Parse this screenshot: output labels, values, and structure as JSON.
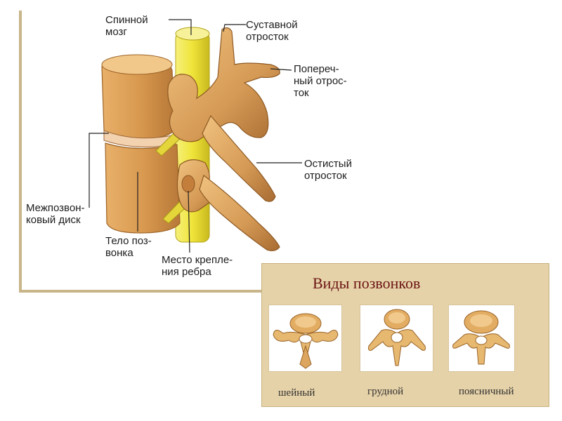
{
  "labels": {
    "spinal_cord": "Спинной\nмозг",
    "articular_process": "Суставной\nотросток",
    "transverse_process": "Попереч-\nный отрос-\nток",
    "spinous_process": "Остистый\nотросток",
    "intervertebral_disc": "Межпозвон-\nковый диск",
    "vertebral_body": "Тело поз-\nвонка",
    "rib_attachment": "Место крепле-\nния ребра"
  },
  "types_panel": {
    "title": "Виды позвонков",
    "items": [
      {
        "caption": "шейный"
      },
      {
        "caption": "грудной"
      },
      {
        "caption": "поясничный"
      }
    ]
  },
  "colors": {
    "bone": "#d9a25e",
    "bone_dark": "#b5783a",
    "cord": "#f0ea3c",
    "panel_bg": "#e6d2a8",
    "title": "#6b1414"
  }
}
